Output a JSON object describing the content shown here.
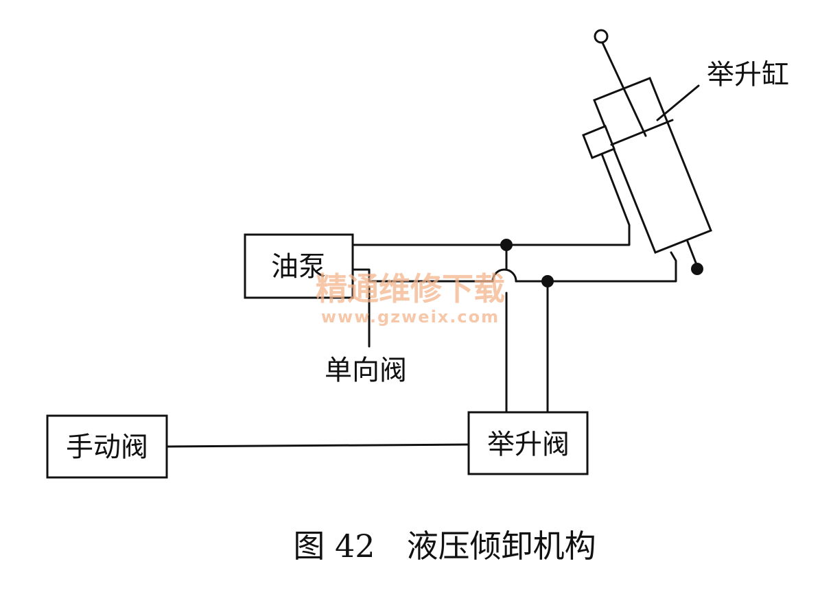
{
  "labels": {
    "oil_pump": "油泵",
    "check_valve": "单向阀",
    "manual_valve": "手动阀",
    "lift_valve": "举升阀",
    "lift_cylinder": "举升缸"
  },
  "caption": "图 42　液压倾卸机构",
  "watermark": {
    "title": "精通维修下载",
    "url": "www.gzweix.com"
  }
}
